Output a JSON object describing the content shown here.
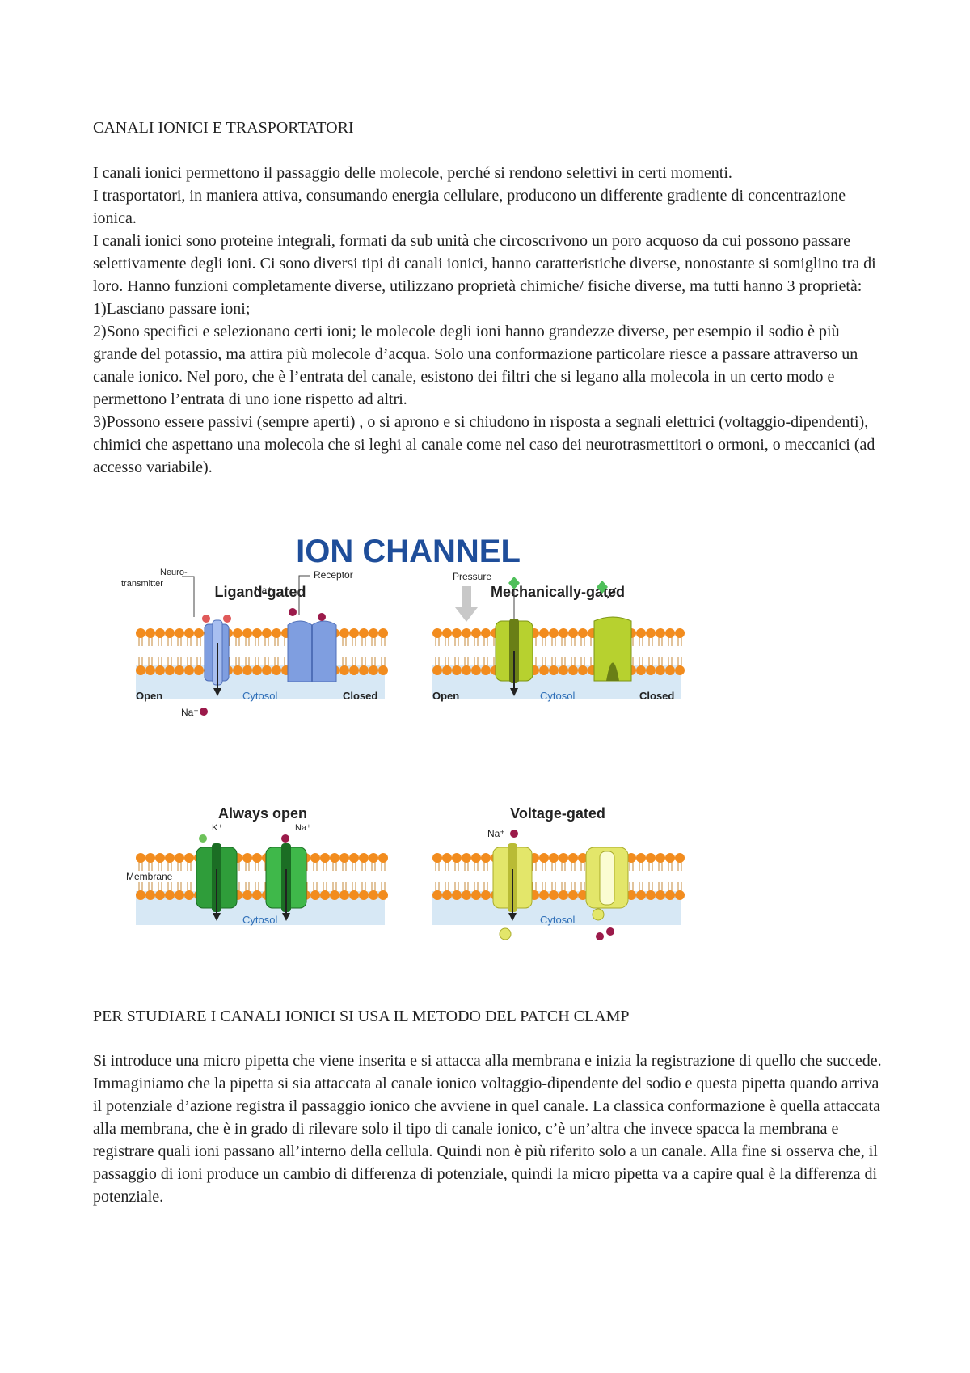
{
  "document": {
    "title": "CANALI IONICI E TRASPORTATORI",
    "paragraphs1": [
      "I canali ionici permettono il passaggio delle molecole, perché si rendono selettivi in certi momenti.",
      "I trasportatori, in maniera attiva, consumando energia cellulare, producono un differente gradiente di concentrazione ionica.",
      "I canali ionici sono proteine integrali, formati da sub unità che circoscrivono un poro acquoso da cui possono passare selettivamente degli ioni. Ci sono diversi tipi di canali ionici, hanno caratteristiche diverse, nonostante si somiglino tra di loro. Hanno funzioni completamente diverse, utilizzano proprietà chimiche/ fisiche diverse, ma tutti  hanno 3 proprietà:",
      "1)Lasciano passare ioni;",
      "2)Sono specifici e selezionano certi ioni; le molecole degli ioni hanno grandezze diverse, per esempio il sodio è più grande del potassio, ma attira più molecole d’acqua. Solo una conformazione particolare riesce a passare attraverso un canale ionico. Nel poro, che è l’entrata del canale, esistono dei filtri che si legano alla molecola in un certo modo e permettono l’entrata di uno ione rispetto ad altri.",
      "3)Possono essere passivi (sempre aperti) , o  si aprono e si chiudono in risposta a segnali elettrici (voltaggio-dipendenti), chimici che aspettano una molecola che si leghi al canale  come nel caso dei neurotrasmettitori o ormoni, o  meccanici (ad accesso variabile)."
    ],
    "section2_title": "PER STUDIARE I CANALI IONICI SI USA IL METODO DEL PATCH CLAMP",
    "paragraphs2": [
      "Si introduce una micro pipetta che viene inserita e si attacca alla membrana e inizia la registrazione di quello che succede. Immaginiamo che la pipetta si sia attaccata al canale ionico voltaggio-dipendente del sodio e questa pipetta quando arriva il potenziale d’azione registra il passaggio ionico che avviene in quel canale. La classica conformazione è quella attaccata alla membrana, che è in grado di rilevare solo il tipo di canale ionico, c’è un’altra che invece spacca la membrana e registrare quali ioni passano all’interno della cellula. Quindi non è più riferito solo a un canale. Alla fine si osserva che, il passaggio di ioni produce un cambio di differenza di potenziale, quindi la micro pipetta va a capire qual è la differenza di potenziale."
    ]
  },
  "figure": {
    "title": "ION CHANNEL",
    "panels": {
      "ligand": {
        "title": "Ligand-gated",
        "neuro": "Neuro-",
        "transmitter": "transmitter",
        "receptor": "Receptor",
        "na_top": "Na⁺",
        "na_bottom": "Na⁺",
        "open": "Open",
        "cytosol": "Cytosol",
        "closed": "Closed"
      },
      "mechanical": {
        "title": "Mechanically-gated",
        "pressure": "Pressure",
        "open": "Open",
        "cytosol": "Cytosol",
        "closed": "Closed"
      },
      "always": {
        "title": "Always open",
        "k": "K⁺",
        "na": "Na⁺",
        "membrane": "Membrane",
        "cytosol": "Cytosol"
      },
      "voltage": {
        "title": "Voltage-gated",
        "na": "Na⁺",
        "cytosol": "Cytosol"
      }
    },
    "colors": {
      "title_blue": "#1f4e9a",
      "lipid_head": "#f28c1e",
      "cytosol": "#d7e8f5",
      "ligand_channel": "#7f9ee0",
      "mech_channel": "#b7d12f",
      "always_channel": "#2f9d3a",
      "voltage_channel": "#e3e66a",
      "ion_na": "#9b1a4a",
      "ion_k": "#6dc25a"
    }
  }
}
